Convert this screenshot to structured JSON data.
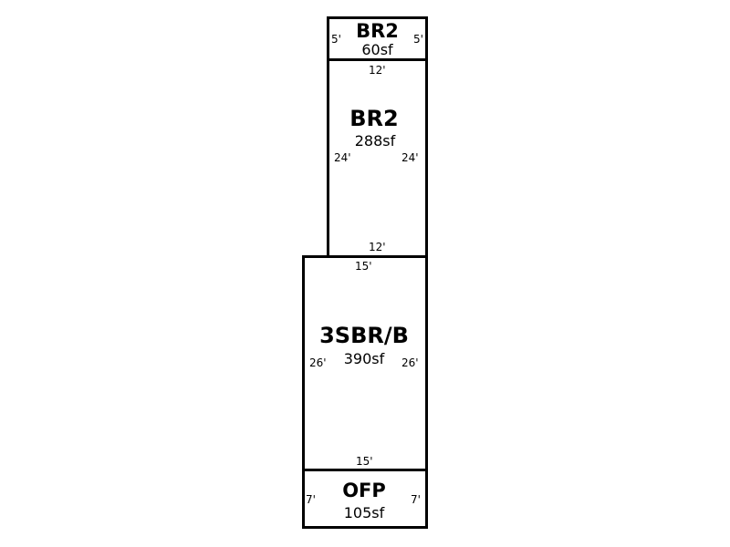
{
  "rooms": [
    {
      "name": "BR2",
      "area": "60sf",
      "dims": {
        "top": "",
        "bottom": "12'",
        "left": "5'",
        "right": "5'"
      }
    },
    {
      "name": "BR2",
      "area": "288sf",
      "dims": {
        "top": "",
        "bottom": "12'",
        "left": "24'",
        "right": "24'"
      }
    },
    {
      "name": "3SBR/B",
      "area": "390sf",
      "dims": {
        "top": "15'",
        "bottom": "15'",
        "left": "26'",
        "right": "26'"
      }
    },
    {
      "name": "OFP",
      "area": "105sf",
      "dims": {
        "top": "",
        "bottom": "",
        "left": "7'",
        "right": "7'"
      }
    }
  ]
}
